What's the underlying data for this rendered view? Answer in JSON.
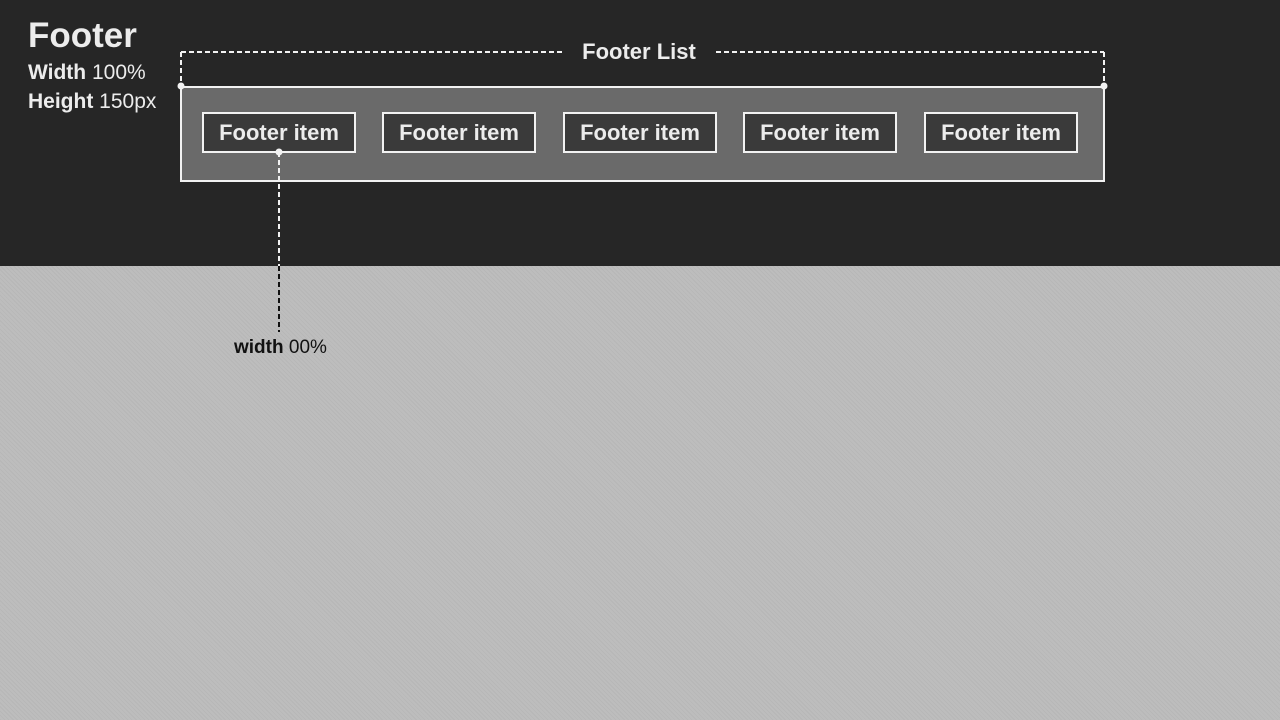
{
  "footer": {
    "title": "Footer",
    "width_key": "Width",
    "width_value": "100%",
    "height_key": "Height",
    "height_value": "150px"
  },
  "footer_list": {
    "label": "Footer List",
    "items": [
      {
        "label": "Footer item"
      },
      {
        "label": "Footer item"
      },
      {
        "label": "Footer item"
      },
      {
        "label": "Footer item"
      },
      {
        "label": "Footer item"
      }
    ]
  },
  "callout": {
    "key": "width",
    "value": "00%"
  },
  "colors": {
    "footer_background": "#262626",
    "list_fill": "#6a6a6a",
    "item_fill": "#3a3a3a",
    "canvas_background": "#bdbdbd",
    "outline": "#f2f2f2"
  }
}
